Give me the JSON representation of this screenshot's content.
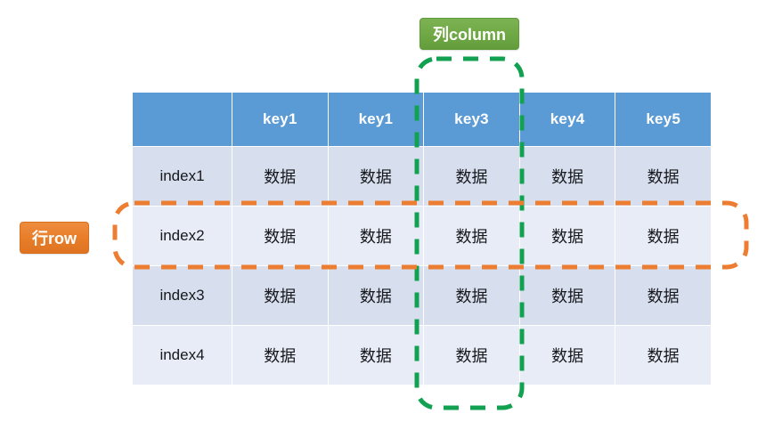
{
  "diagram": {
    "title": "DataFrame row and column illustration",
    "background": "#ffffff"
  },
  "badges": {
    "column": {
      "label": "列column",
      "color": "#6EA844",
      "name": "column-badge"
    },
    "row": {
      "label": "行row",
      "color": "#E87D28",
      "name": "row-badge"
    }
  },
  "highlights": {
    "column_outline": {
      "color": "#12A150",
      "style": "dashed",
      "targets": "key3"
    },
    "row_outline": {
      "color": "#ED7D31",
      "style": "dashed",
      "targets": "index2"
    }
  },
  "table": {
    "header_color": "#5B9BD5",
    "band_a_color": "#D7DFEF",
    "band_b_color": "#E8ECF7",
    "corner_label": "",
    "columns": [
      "key1",
      "key1",
      "key3",
      "key4",
      "key5"
    ],
    "rows": [
      {
        "index": "index1",
        "cells": [
          "数据",
          "数据",
          "数据",
          "数据",
          "数据"
        ]
      },
      {
        "index": "index2",
        "cells": [
          "数据",
          "数据",
          "数据",
          "数据",
          "数据"
        ]
      },
      {
        "index": "index3",
        "cells": [
          "数据",
          "数据",
          "数据",
          "数据",
          "数据"
        ]
      },
      {
        "index": "index4",
        "cells": [
          "数据",
          "数据",
          "数据",
          "数据",
          "数据"
        ]
      }
    ]
  }
}
